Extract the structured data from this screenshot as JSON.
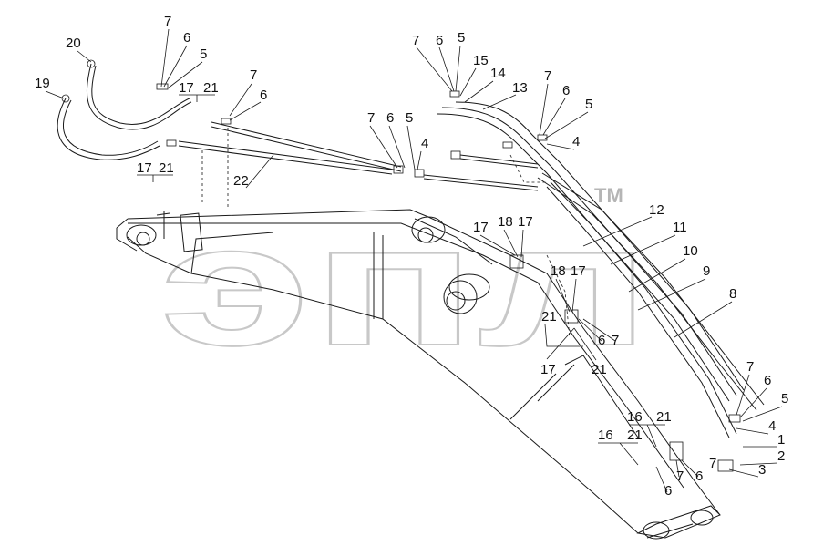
{
  "diagram": {
    "watermark": "эпл",
    "trademark": "TM",
    "callouts": [
      "1",
      "2",
      "3",
      "4",
      "5",
      "6",
      "7",
      "8",
      "9",
      "10",
      "11",
      "12",
      "13",
      "14",
      "15",
      "16",
      "17",
      "18",
      "19",
      "20",
      "21",
      "22"
    ],
    "labels": [
      {
        "id": "l7a",
        "text": "7"
      },
      {
        "id": "l6a",
        "text": "6"
      },
      {
        "id": "l5a",
        "text": "5"
      },
      {
        "id": "l20",
        "text": "20"
      },
      {
        "id": "l19",
        "text": "19"
      },
      {
        "id": "l17a",
        "text": "17"
      },
      {
        "id": "l21a",
        "text": "21"
      },
      {
        "id": "l7b",
        "text": "7"
      },
      {
        "id": "l6b",
        "text": "6"
      },
      {
        "id": "l7c",
        "text": "7"
      },
      {
        "id": "l6c",
        "text": "6"
      },
      {
        "id": "l5c",
        "text": "5"
      },
      {
        "id": "l4c",
        "text": "4"
      },
      {
        "id": "l17b",
        "text": "17"
      },
      {
        "id": "l21b",
        "text": "21"
      },
      {
        "id": "l22",
        "text": "22"
      },
      {
        "id": "l7d",
        "text": "7"
      },
      {
        "id": "l6d",
        "text": "6"
      },
      {
        "id": "l5d",
        "text": "5"
      },
      {
        "id": "l15",
        "text": "15"
      },
      {
        "id": "l14",
        "text": "14"
      },
      {
        "id": "l13",
        "text": "13"
      },
      {
        "id": "l7e",
        "text": "7"
      },
      {
        "id": "l6e",
        "text": "6"
      },
      {
        "id": "l5e",
        "text": "5"
      },
      {
        "id": "l4e",
        "text": "4"
      },
      {
        "id": "l12",
        "text": "12"
      },
      {
        "id": "l11",
        "text": "11"
      },
      {
        "id": "l10",
        "text": "10"
      },
      {
        "id": "l9",
        "text": "9"
      },
      {
        "id": "l8",
        "text": "8"
      },
      {
        "id": "l17c",
        "text": "17"
      },
      {
        "id": "l18a",
        "text": "18"
      },
      {
        "id": "l17d",
        "text": "17"
      },
      {
        "id": "l18b",
        "text": "18"
      },
      {
        "id": "l17e",
        "text": "17"
      },
      {
        "id": "l21c",
        "text": "21"
      },
      {
        "id": "l6f",
        "text": "6"
      },
      {
        "id": "l7f",
        "text": "7"
      },
      {
        "id": "l17f",
        "text": "17"
      },
      {
        "id": "l21d",
        "text": "21"
      },
      {
        "id": "l7g",
        "text": "7"
      },
      {
        "id": "l6g",
        "text": "6"
      },
      {
        "id": "l5g",
        "text": "5"
      },
      {
        "id": "l4g",
        "text": "4"
      },
      {
        "id": "l1",
        "text": "1"
      },
      {
        "id": "l2",
        "text": "2"
      },
      {
        "id": "l3",
        "text": "3"
      },
      {
        "id": "l7h",
        "text": "7"
      },
      {
        "id": "l16a",
        "text": "16"
      },
      {
        "id": "l21e",
        "text": "21"
      },
      {
        "id": "l16b",
        "text": "16"
      },
      {
        "id": "l21f",
        "text": "21"
      },
      {
        "id": "l7i",
        "text": "7"
      },
      {
        "id": "l6h",
        "text": "6"
      },
      {
        "id": "l6i",
        "text": "6"
      }
    ]
  }
}
